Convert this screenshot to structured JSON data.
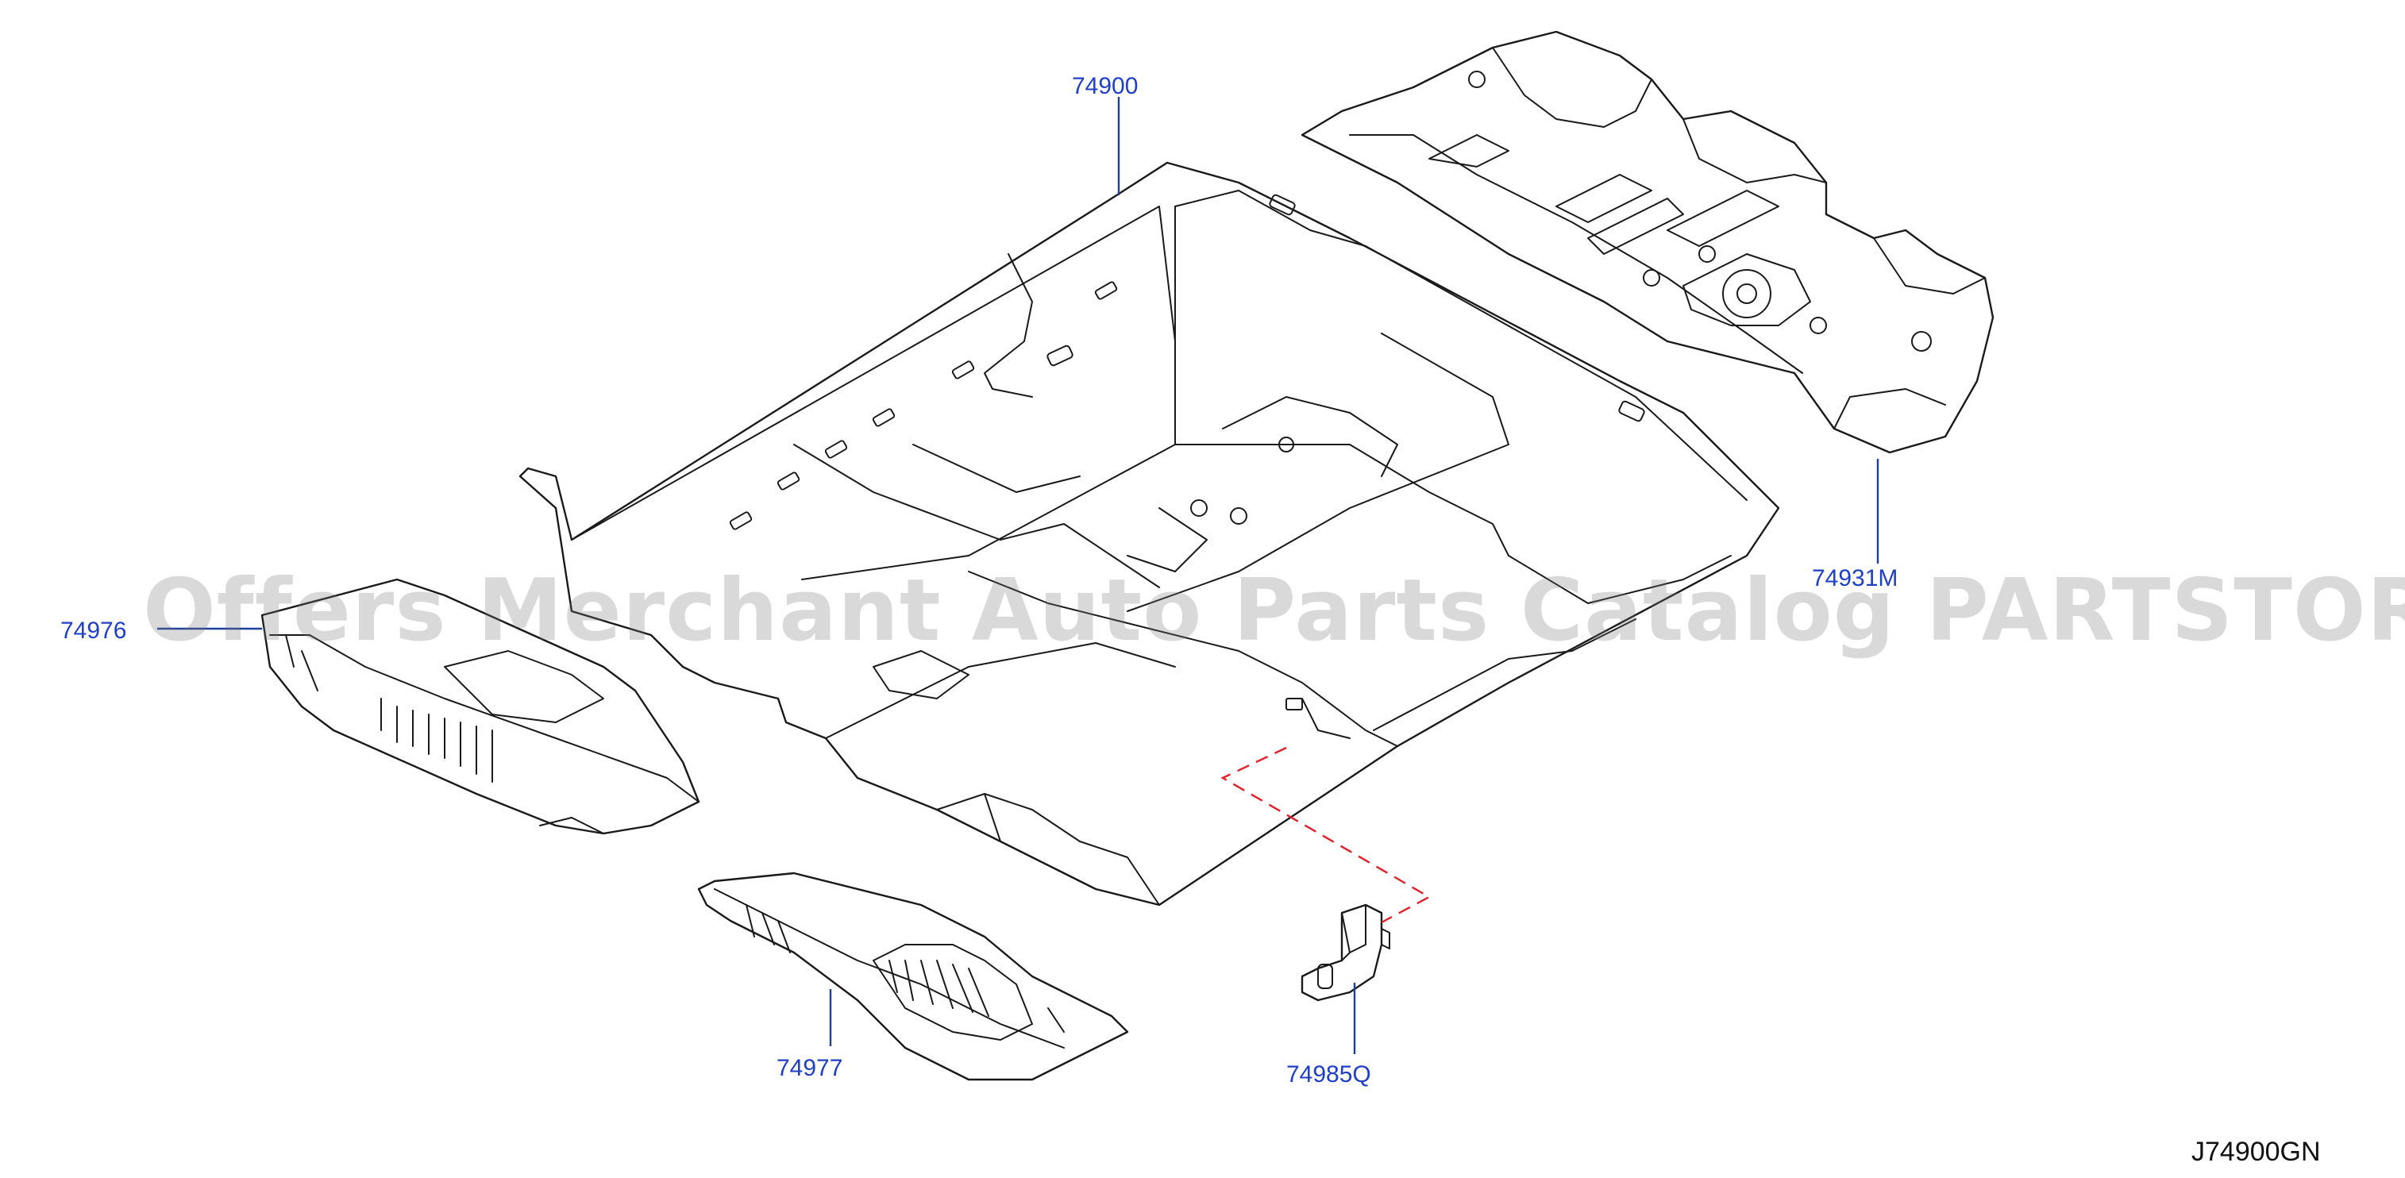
{
  "callouts": {
    "floor_carpet": "74900",
    "rear_carpet": "74931M",
    "left_insulator": "74976",
    "right_insulator": "74977",
    "clip_bracket": "74985Q"
  },
  "diagram_code": "J74900GN",
  "watermark": "Offers Merchant Auto Parts Catalog PARTSTORE.SA",
  "colors": {
    "callout_text": "#1f3fc7",
    "leader_line": "#1f3f9e",
    "dashed_guide": "#e0202a",
    "line_art": "#1a1a1a"
  }
}
